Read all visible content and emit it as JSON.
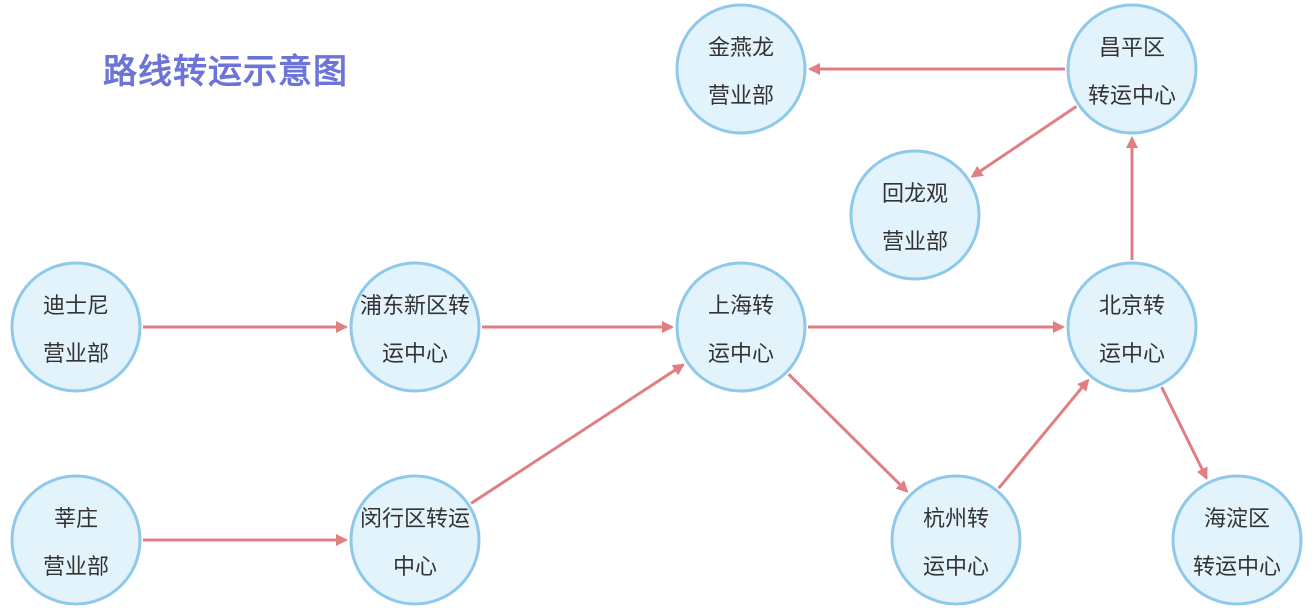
{
  "title": "路线转运示意图",
  "colors": {
    "title": "#6d74d8",
    "node_fill": "#e3f3fb",
    "node_stroke": "#8ec8ea",
    "edge": "#e07f82",
    "text": "#333333"
  },
  "nodes": [
    {
      "id": "jinyanlong",
      "lines": [
        "金燕龙",
        "营业部"
      ]
    },
    {
      "id": "changping",
      "lines": [
        "昌平区",
        "转运中心"
      ]
    },
    {
      "id": "huilongguan",
      "lines": [
        "回龙观",
        "营业部"
      ]
    },
    {
      "id": "disney",
      "lines": [
        "迪士尼",
        "营业部"
      ]
    },
    {
      "id": "pudong",
      "lines": [
        "浦东新区转",
        "运中心"
      ]
    },
    {
      "id": "shanghai",
      "lines": [
        "上海转",
        "运中心"
      ]
    },
    {
      "id": "beijing",
      "lines": [
        "北京转",
        "运中心"
      ]
    },
    {
      "id": "xinzhuang",
      "lines": [
        "莘庄",
        "营业部"
      ]
    },
    {
      "id": "minhang",
      "lines": [
        "闵行区转运",
        "中心"
      ]
    },
    {
      "id": "hangzhou",
      "lines": [
        "杭州转",
        "运中心"
      ]
    },
    {
      "id": "haidian",
      "lines": [
        "海淀区",
        "转运中心"
      ]
    }
  ],
  "edges": [
    {
      "from": "changping",
      "to": "jinyanlong"
    },
    {
      "from": "changping",
      "to": "huilongguan"
    },
    {
      "from": "beijing",
      "to": "changping"
    },
    {
      "from": "disney",
      "to": "pudong"
    },
    {
      "from": "pudong",
      "to": "shanghai"
    },
    {
      "from": "shanghai",
      "to": "beijing"
    },
    {
      "from": "xinzhuang",
      "to": "minhang"
    },
    {
      "from": "minhang",
      "to": "shanghai"
    },
    {
      "from": "shanghai",
      "to": "hangzhou"
    },
    {
      "from": "hangzhou",
      "to": "beijing"
    },
    {
      "from": "beijing",
      "to": "haidian"
    }
  ]
}
